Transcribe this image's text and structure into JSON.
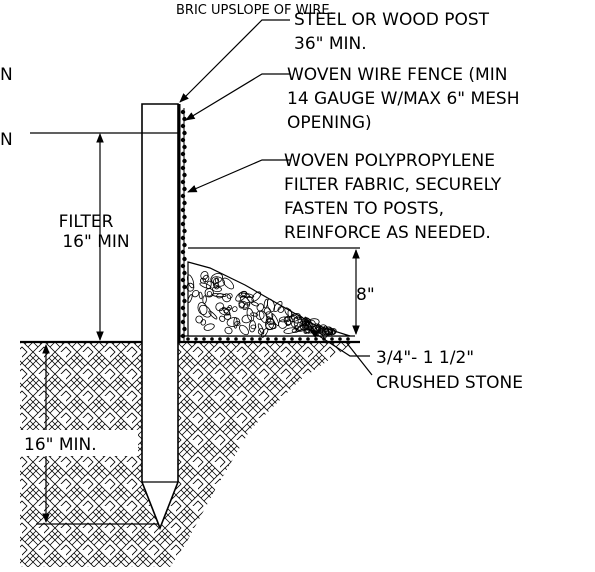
{
  "labels": {
    "top_clipped": "BRIC UPSLOPE OF WIRE.",
    "post": [
      "STEEL OR WOOD POST",
      "36\"  MIN."
    ],
    "wire_fence": [
      "WOVEN WIRE FENCE (MIN",
      "14 GAUGE W/MAX 6\" MESH",
      "OPENING)"
    ],
    "fabric": [
      "WOVEN POLYPROPYLENE",
      "FILTER FABRIC, SECURELY",
      "FASTEN TO POSTS,",
      "REINFORCE AS NEEDED."
    ],
    "filter_dim": [
      "FILTER",
      "16\" MIN"
    ],
    "stone_height": "8\"",
    "stone": [
      "3/4\"- 1 1/2\"",
      "CRUSHED STONE"
    ],
    "embed_dim": "16\" MIN.",
    "left_clip_1": "N",
    "left_clip_2": "N"
  },
  "colors": {
    "line": "#000000",
    "background": "#ffffff"
  }
}
